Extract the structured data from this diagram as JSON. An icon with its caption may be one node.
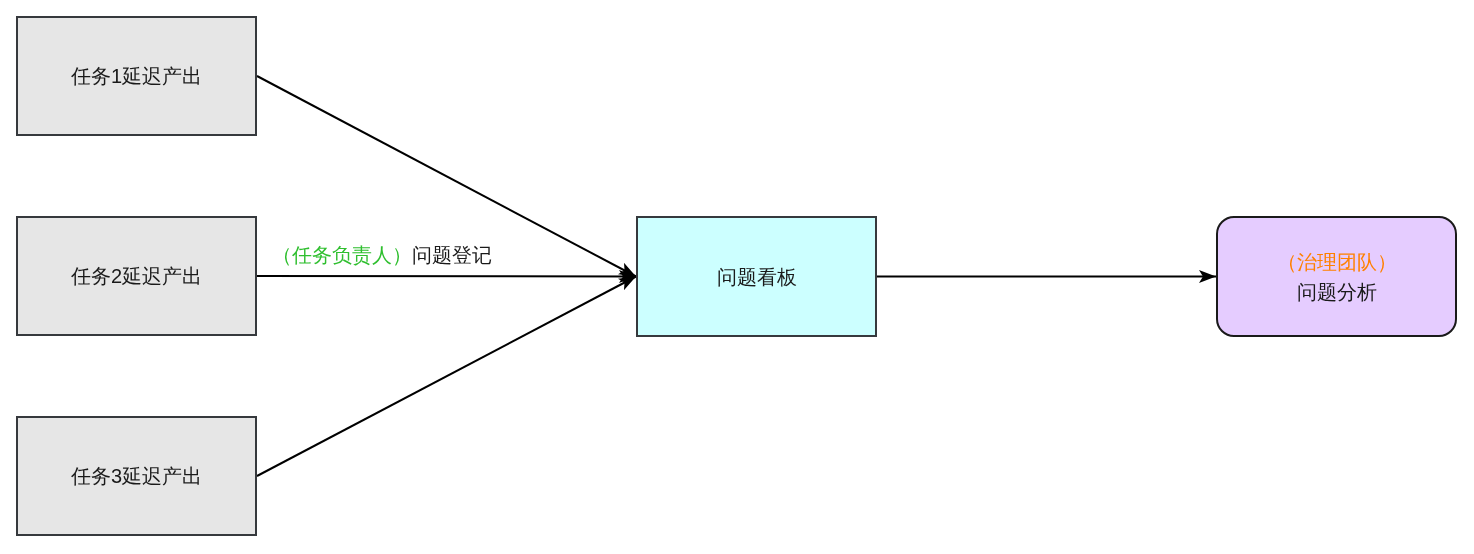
{
  "diagram": {
    "nodes": [
      {
        "text": [
          "任务1延迟产出"
        ]
      },
      {
        "text": [
          "任务2延迟产出"
        ]
      },
      {
        "text": [
          "任务3延迟产出"
        ]
      },
      {
        "text": [
          "问题看板"
        ]
      },
      {
        "text": [
          "（治理团队）",
          "问题分析"
        ]
      }
    ],
    "edges": [
      {
        "from": 0,
        "to": 3,
        "arrow": "to"
      },
      {
        "from": 1,
        "to": 3,
        "arrow": "to",
        "label": "问题登记"
      },
      {
        "from": 2,
        "to": 3,
        "arrow": "to"
      },
      {
        "from": 3,
        "to": 4,
        "arrow": "to"
      }
    ],
    "labels": [
      "（任务负责人）"
    ]
  }
}
